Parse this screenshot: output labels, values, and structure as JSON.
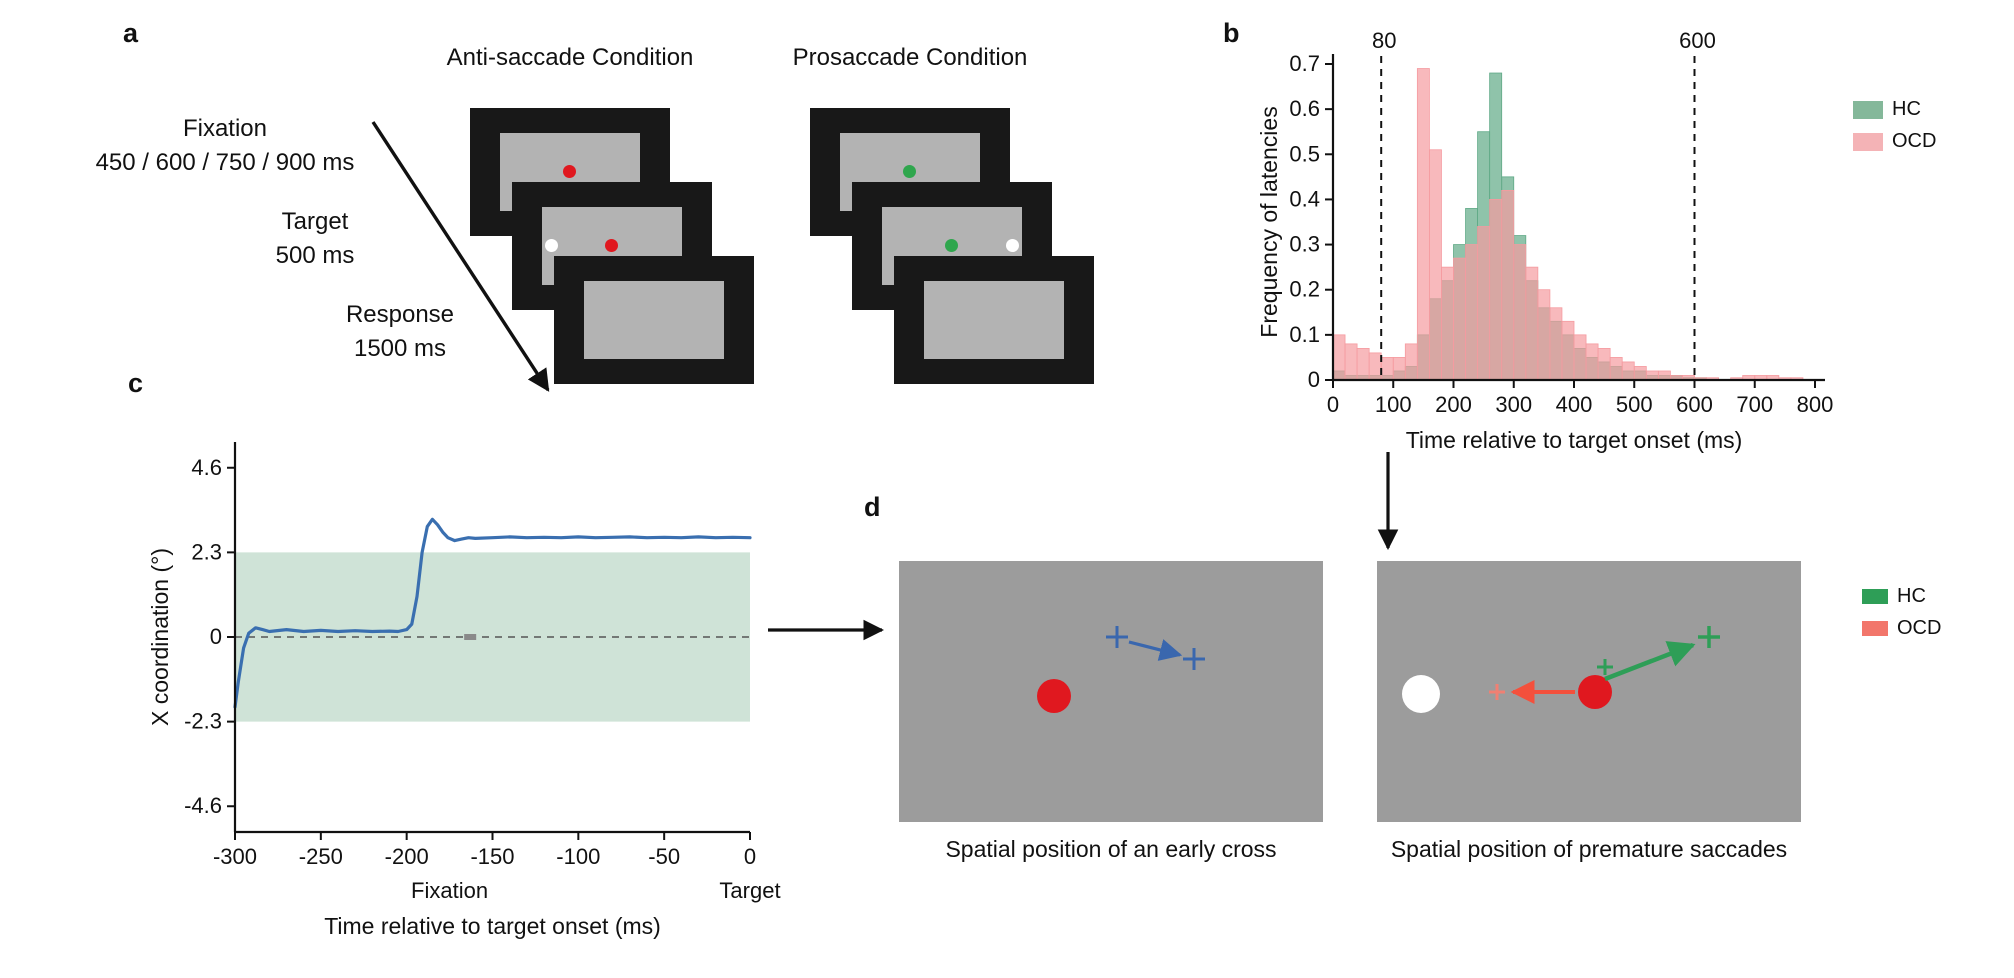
{
  "figure": {
    "bg": "#ffffff",
    "panels": {
      "a": {
        "label": "a",
        "anti_title": "Anti-saccade Condition",
        "pro_title": "Prosaccade Condition",
        "stages": [
          {
            "name": "Fixation",
            "duration": "450 / 600 / 750 / 900 ms"
          },
          {
            "name": "Target",
            "duration": "500 ms"
          },
          {
            "name": "Response",
            "duration": "1500 ms"
          }
        ]
      },
      "b": {
        "label": "b",
        "legend": [
          {
            "label": "HC",
            "color": "#84b89a"
          },
          {
            "label": "OCD",
            "color": "#f4b3b6"
          }
        ]
      },
      "c": {
        "label": "c"
      },
      "d": {
        "label": "d",
        "caption_left": "Spatial position of an early cross",
        "caption_right": "Spatial position of premature saccades",
        "legend": [
          {
            "label": "HC",
            "color": "#2e9e57"
          },
          {
            "label": "OCD",
            "color": "#f2766b"
          }
        ]
      }
    },
    "colors": {
      "hc_hist_green": "#5fa986",
      "ocd_hist_pink": "#f59ba0",
      "band_green": "#cfe3d7",
      "line_blue": "#3a6fb0",
      "target_red": "#e0181f",
      "prosaccade_green": "#2fa64d",
      "screen_gray": "#b3b3b3",
      "panel_gray": "#9c9c9c",
      "hc_green_dark": "#2e9e57",
      "ocd_red": "#f2766b",
      "cross_blue": "#3a67ae"
    }
  },
  "chart_data": [
    {
      "type": "bar",
      "title": "",
      "xlabel": "Time relative to target onset (ms)",
      "ylabel": "Frequency of  latencies",
      "xlim": [
        0,
        800
      ],
      "ylim": [
        0,
        0.7
      ],
      "xticks": [
        0,
        100,
        200,
        300,
        400,
        500,
        600,
        700,
        800
      ],
      "yticks": [
        0,
        0.1,
        0.2,
        0.3,
        0.4,
        0.5,
        0.6,
        0.7
      ],
      "bin_width_ms": 20,
      "bin_starts": [
        0,
        20,
        40,
        60,
        80,
        100,
        120,
        140,
        160,
        180,
        200,
        220,
        240,
        260,
        280,
        300,
        320,
        340,
        360,
        380,
        400,
        420,
        440,
        460,
        480,
        500,
        520,
        540,
        560,
        580,
        600,
        620,
        640,
        660,
        680,
        700,
        720,
        740,
        760,
        780
      ],
      "series": [
        {
          "name": "HC",
          "color": "#5fa986",
          "values": [
            0.02,
            0.01,
            0.01,
            0.01,
            0.01,
            0.02,
            0.03,
            0.1,
            0.18,
            0.22,
            0.3,
            0.38,
            0.55,
            0.68,
            0.45,
            0.32,
            0.22,
            0.16,
            0.13,
            0.1,
            0.07,
            0.05,
            0.04,
            0.03,
            0.02,
            0.02,
            0.01,
            0.01,
            0.01,
            0.005,
            0.005,
            0,
            0,
            0,
            0,
            0,
            0,
            0,
            0,
            0
          ]
        },
        {
          "name": "OCD",
          "color": "#f59ba0",
          "values": [
            0.1,
            0.08,
            0.07,
            0.06,
            0.05,
            0.05,
            0.08,
            0.69,
            0.51,
            0.25,
            0.27,
            0.3,
            0.34,
            0.4,
            0.42,
            0.3,
            0.25,
            0.2,
            0.16,
            0.13,
            0.1,
            0.08,
            0.07,
            0.05,
            0.04,
            0.03,
            0.02,
            0.02,
            0.01,
            0.01,
            0.005,
            0.005,
            0,
            0.005,
            0.01,
            0.01,
            0.01,
            0.005,
            0.005,
            0
          ]
        }
      ],
      "vlines": [
        {
          "x": 80,
          "label": "80"
        },
        {
          "x": 600,
          "label": "600"
        }
      ],
      "legend_position": "right",
      "grid": false
    },
    {
      "type": "line",
      "title": "",
      "xlabel": "Time relative to target onset (ms)",
      "ylabel": "X coordination (°)",
      "xlim": [
        -300,
        0
      ],
      "ylim": [
        -5.3,
        5.3
      ],
      "xticks": [
        -300,
        -250,
        -200,
        -150,
        -100,
        -50,
        0
      ],
      "yticks": [
        4.6,
        2.3,
        0,
        -2.3,
        -4.6
      ],
      "band": {
        "y0": -2.3,
        "y1": 2.3,
        "color": "#cfe3d7"
      },
      "zero_line": 0,
      "artifact_marker": {
        "x": -163,
        "y": 0
      },
      "annotations": [
        {
          "text": "Fixation",
          "x": -175
        },
        {
          "text": "Target",
          "x": 0
        }
      ],
      "series": [
        {
          "name": "eye-x-position",
          "color": "#3a6fb0",
          "x": [
            -300,
            -298,
            -295,
            -292,
            -288,
            -284,
            -280,
            -270,
            -260,
            -250,
            -240,
            -230,
            -220,
            -210,
            -205,
            -200,
            -197,
            -194,
            -191,
            -188,
            -185,
            -182,
            -179,
            -176,
            -172,
            -168,
            -164,
            -160,
            -150,
            -140,
            -130,
            -120,
            -110,
            -100,
            -90,
            -80,
            -70,
            -60,
            -50,
            -40,
            -30,
            -20,
            -10,
            0
          ],
          "y": [
            -1.9,
            -1.2,
            -0.3,
            0.1,
            0.25,
            0.2,
            0.15,
            0.2,
            0.15,
            0.18,
            0.15,
            0.17,
            0.15,
            0.16,
            0.15,
            0.2,
            0.35,
            1.1,
            2.3,
            3.0,
            3.2,
            3.05,
            2.85,
            2.7,
            2.62,
            2.66,
            2.7,
            2.68,
            2.7,
            2.72,
            2.7,
            2.71,
            2.7,
            2.72,
            2.7,
            2.71,
            2.72,
            2.7,
            2.71,
            2.7,
            2.72,
            2.7,
            2.71,
            2.7
          ]
        }
      ],
      "grid": false
    }
  ]
}
